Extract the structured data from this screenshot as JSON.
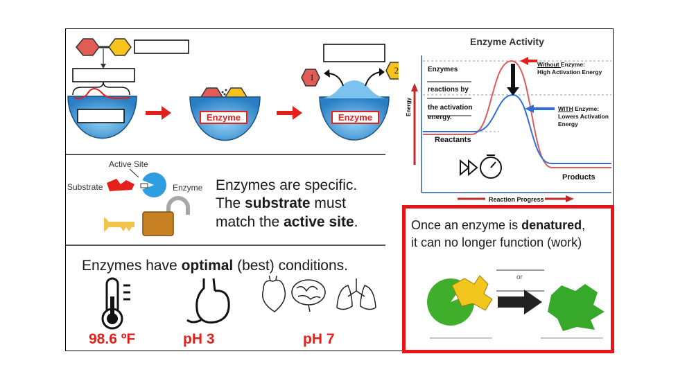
{
  "specificity": {
    "label_active_site": "Active Site",
    "label_substrate": "Substrate",
    "label_enzyme": "Enzyme",
    "line1": "Enzymes are specific.",
    "line2_pre": "The ",
    "line2_bold": "substrate",
    "line2_post": " must",
    "line3_pre": "match the ",
    "line3_bold": "active site",
    "line3_post": "."
  },
  "reaction_steps": {
    "enzyme_label_1": "Enzyme",
    "enzyme_label_2": "Enzyme",
    "product_1": "1",
    "product_2": "2"
  },
  "conditions": {
    "heading_pre": "Enzymes have ",
    "heading_bold": "optimal",
    "heading_post": " (best) conditions.",
    "temperature": "98.6 ºF",
    "stomach_ph": "pH 3",
    "body_ph": "pH 7"
  },
  "graph": {
    "title": "Enzyme Activity",
    "y_axis_label": "Energy",
    "x_axis_label": "Reaction Progress",
    "reactants": "Reactants",
    "products": "Products",
    "fill_1": "Enzymes",
    "fill_2": "reactions by",
    "fill_3": "the activation",
    "fill_4": "energy.",
    "without_u": "Without ",
    "without_rest": "Enzyme:",
    "without_line2": "High Activation Energy",
    "with_u": "WITH",
    "with_rest": " Enzyme:",
    "with_line2": "Lowers Activation",
    "with_line3": "Energy",
    "colors": {
      "without": "#e3201b",
      "with": "#2e6fd6",
      "axis": "#c0282d"
    }
  },
  "denatured": {
    "line1_pre": "Once an enzyme is ",
    "line1_bold": "denatured",
    "line1_post": ",",
    "line2": "it can no longer function (work)",
    "or": "or"
  },
  "colors": {
    "accent_red": "#e3201b",
    "hex_red": "#e25c55",
    "hex_yellow": "#f6c21b",
    "bowl_blue": "#4aa6e0",
    "green": "#3fae2a"
  }
}
